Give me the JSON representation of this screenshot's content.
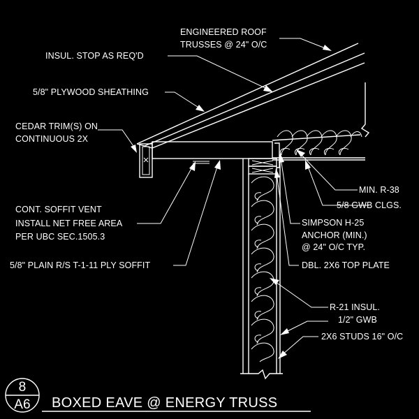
{
  "callouts": {
    "engineered_roof_line1": "ENGINEERED ROOF",
    "engineered_roof_line2": "TRUSSES @ 24\" O/C",
    "insul_stop": "INSUL. STOP AS REQ'D",
    "plywood_sheathing": "5/8\" PLYWOOD SHEATHING",
    "cedar_trim_line1": "CEDAR TRIM(S) ON",
    "cedar_trim_line2": "CONTINUOUS 2X",
    "soffit_vent_line1": "CONT. SOFFIT VENT",
    "soffit_vent_line2": "INSTALL NET FREE AREA",
    "soffit_vent_line3": "PER UBC SEC.1505.3",
    "ply_soffit": "5/8\" PLAIN R/S T-1-11 PLY SOFFIT",
    "min_r38": "MIN. R-38",
    "gwb_clgs": "5/8 GWB CLGS.",
    "simpson_line1": "SIMPSON H-25",
    "simpson_line2": "ANCHOR (MIN.)",
    "simpson_line3": "@ 24\" O/C TYP.",
    "top_plate": "DBL. 2X6 TOP PLATE",
    "r21_insul": "R-21 INSUL.",
    "half_gwb": "1/2\" GWB",
    "studs": "2X6 STUDS 16\" O/C"
  },
  "title_block": {
    "detail_number": "8",
    "sheet_number": "A6",
    "title": "BOXED EAVE @ ENERGY TRUSS"
  },
  "colors": {
    "background": "#000000",
    "linework": "#ffffff"
  }
}
